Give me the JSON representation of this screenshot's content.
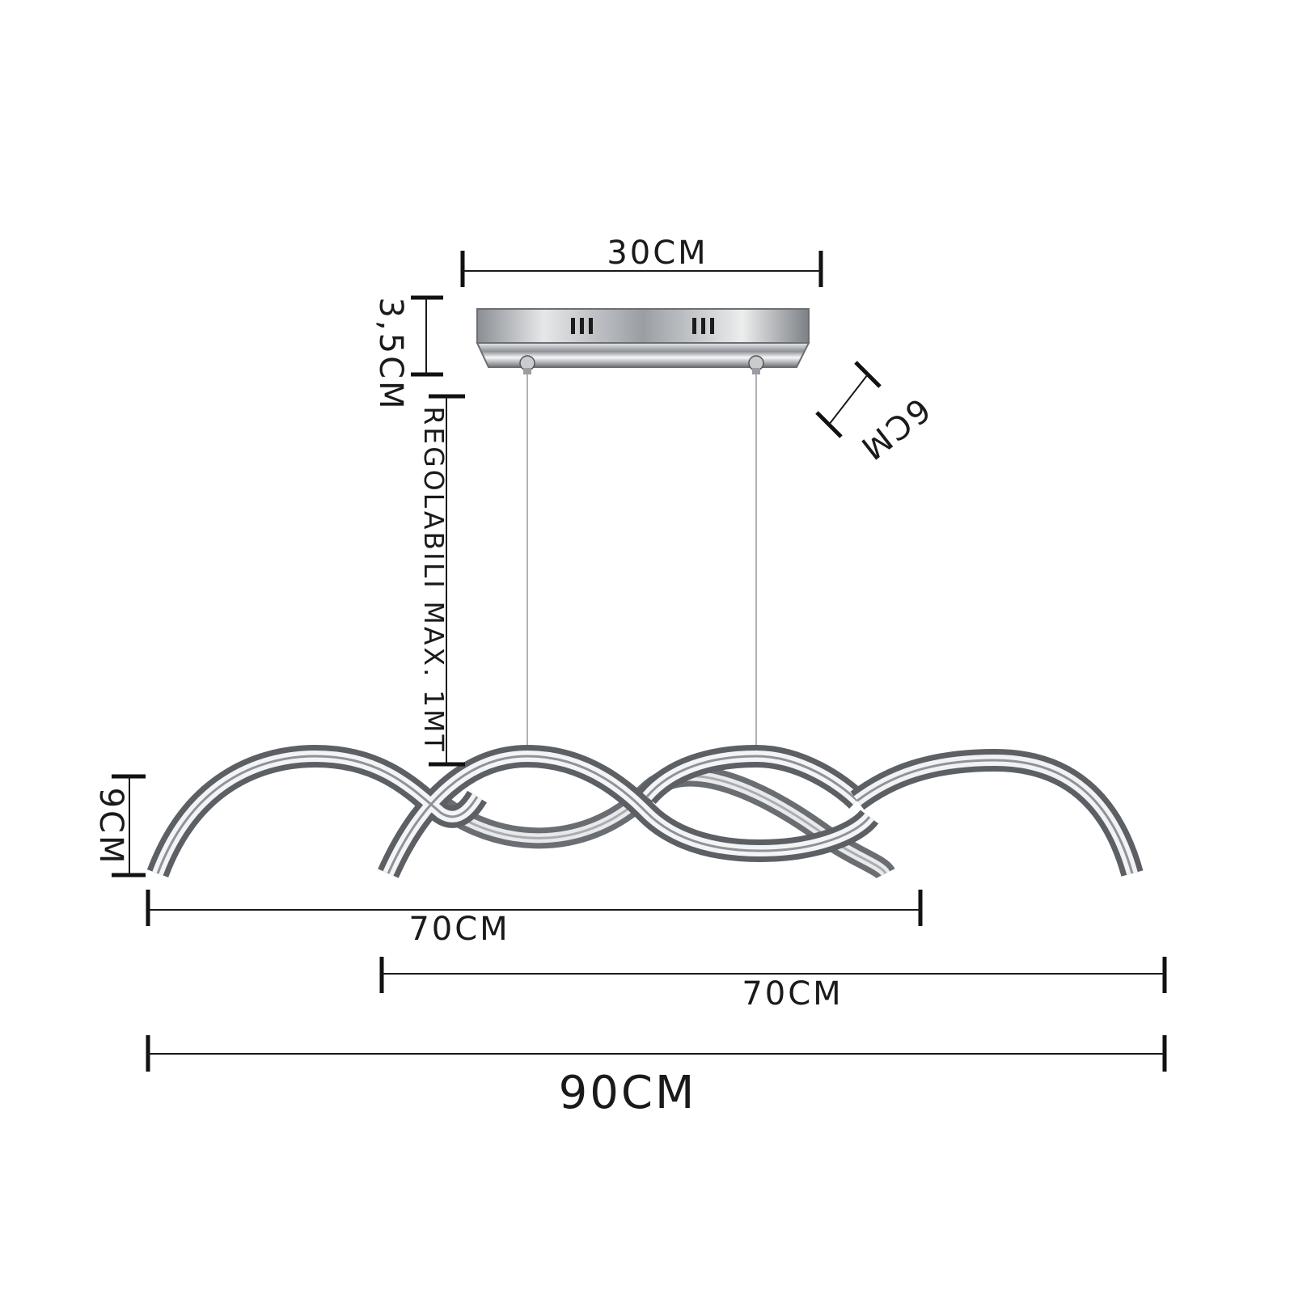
{
  "dimensions": {
    "canopy_width": "30CM",
    "canopy_height": "3,5CM",
    "canopy_depth": "6CM",
    "cable_length": "REGOLABILI MAX. 1MT",
    "wave_height": "9CM",
    "left_arc_span": "70CM",
    "right_arc_span": "70CM",
    "total_width": "90CM"
  },
  "colors": {
    "ink": "#1a1a1a",
    "chrome_light": "#f2f2f2",
    "chrome_mid": "#b9bcc0",
    "chrome_dark": "#5f6368",
    "background": "#ffffff"
  }
}
